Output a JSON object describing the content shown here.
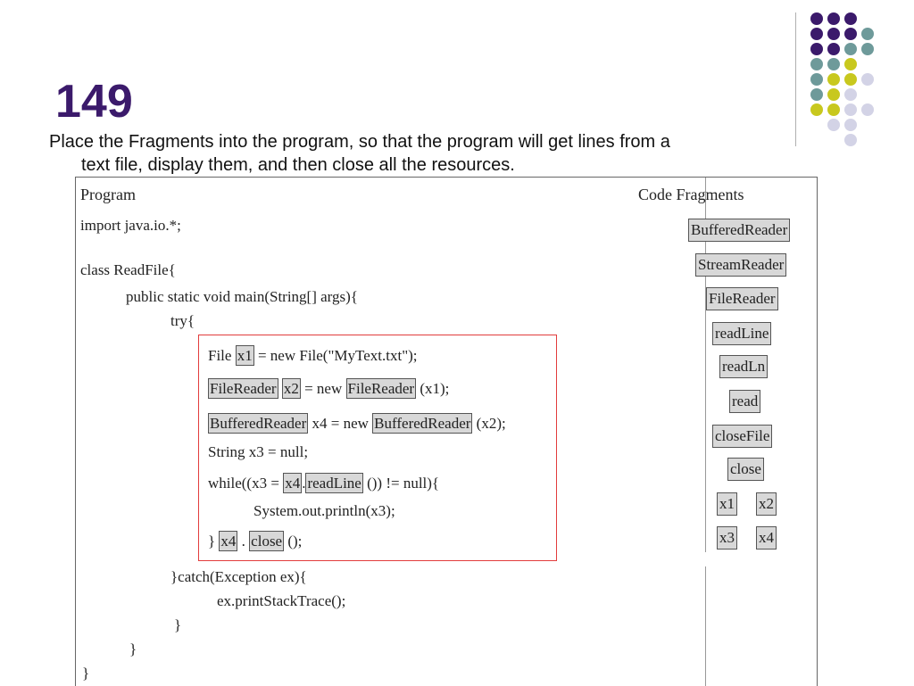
{
  "slide": {
    "number": "149",
    "instructions_line1": "Place the Fragments into the program, so that the program will get lines from a",
    "instructions_line2": "text file, display them, and then close all the resources."
  },
  "program": {
    "header": "Program",
    "lines": {
      "import": "import java.io.*;",
      "class_decl": "class ReadFile{",
      "main_decl": "public static void main(String[] args){",
      "try": "try{",
      "l1_a": "File ",
      "l1_b": " = new File(\"MyText.txt\");",
      "l2_b": " (x1);",
      "l3_b": " x4 = new ",
      "l3_c": " (x2);",
      "l4": "String x3 = null;",
      "l5_a": "while((x3 = ",
      "l5_c": " ()) != null){",
      "l6": "System.out.println(x3);",
      "l7_a": "} ",
      "l7_b": " . ",
      "l7_c": " ();",
      "catch": "}catch(Exception ex){",
      "print_trace": "ex.printStackTrace();",
      "close_catch": "}",
      "close_main": "}",
      "close_class": "}"
    },
    "filled": {
      "b1": "x1",
      "b2": "FileReader",
      "b3": "x2",
      "b4": "FileReader",
      "b5": "BufferedReader",
      "b6": "BufferedReader",
      "b7": "x4",
      "b8": "readLine",
      "b9": "x4",
      "b10": "close"
    }
  },
  "fragments": {
    "header": "Code Fragments",
    "f1": "BufferedReader",
    "f2": "StreamReader",
    "f3": "FileReader",
    "f4": "readLine",
    "f5": "readLn",
    "f6": "read",
    "f7": "closeFile",
    "f8": "close",
    "f9": "x1",
    "f10": "x2",
    "f11": "x3",
    "f12": "x4"
  },
  "colors": {
    "purple": "#3b1a6b",
    "teal": "#6e9a9a",
    "yellow": "#c8c81e",
    "lavender": "#d3d3e6",
    "highlight_border": "#e23c3c"
  }
}
